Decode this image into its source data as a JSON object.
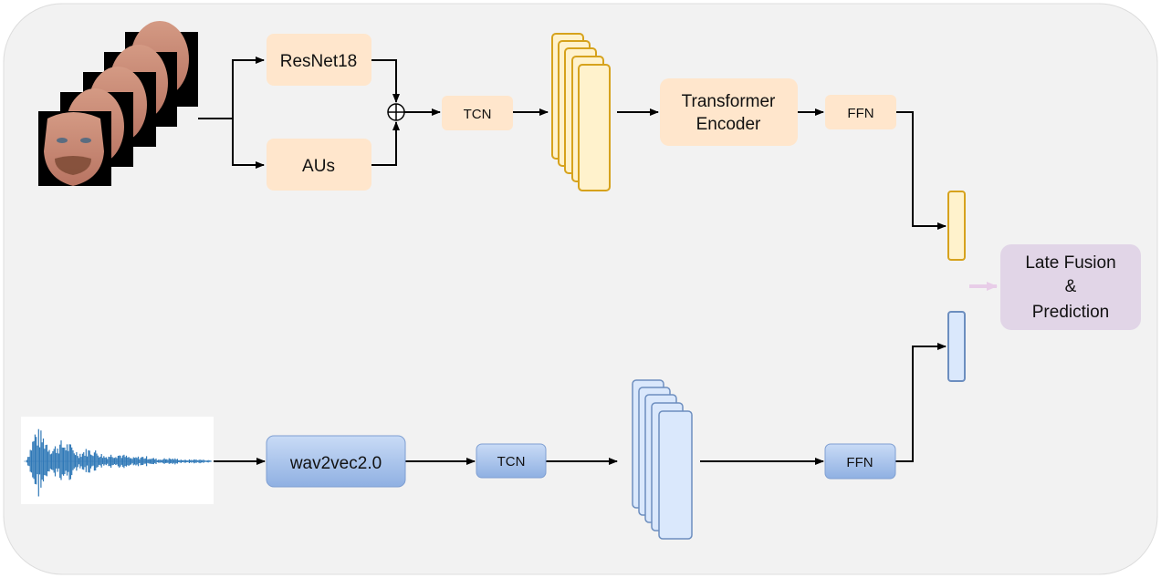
{
  "diagram": {
    "visual_branch": {
      "backbone_label": "ResNet18",
      "au_label": "AUs",
      "tcn_label": "TCN",
      "encoder_line1": "Transformer",
      "encoder_line2": "Encoder",
      "ffn_label": "FFN"
    },
    "audio_branch": {
      "backbone_label": "wav2vec2.0",
      "tcn_label": "TCN",
      "ffn_label": "FFN"
    },
    "fusion": {
      "line1": "Late Fusion",
      "line2": "&",
      "line3": "Prediction"
    },
    "colors": {
      "background_panel": "#f2f2f2",
      "visual_block_fill": "#ffe6cc",
      "visual_stack_fill": "#fff2cc",
      "visual_stack_stroke": "#d6a21c",
      "audio_block_fill": "#b7cdf1",
      "audio_stack_fill": "#dae8fc",
      "audio_stack_stroke": "#6c8ebf",
      "fusion_fill": "#e1d5e7",
      "fusion_arrow": "#e8cde8",
      "waveform": "#2f78b7",
      "arrow": "#000000"
    }
  }
}
